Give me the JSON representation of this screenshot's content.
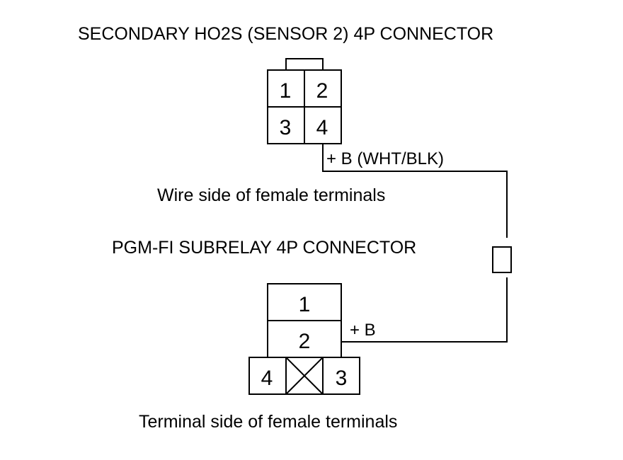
{
  "sensor_connector": {
    "title": "SECONDARY HO2S (SENSOR 2) 4P CONNECTOR",
    "pins": [
      "1",
      "2",
      "3",
      "4"
    ],
    "view_label": "Wire side of female terminals",
    "wire_label": "+ B (WHT/BLK)"
  },
  "subrelay_connector": {
    "title": "PGM-FI SUBRELAY 4P CONNECTOR",
    "pins": [
      "1",
      "2",
      "3",
      "4"
    ],
    "wire_label": "+ B",
    "view_label": "Terminal side of female terminals"
  },
  "colors": {
    "line": "#000000",
    "background": "#ffffff"
  }
}
